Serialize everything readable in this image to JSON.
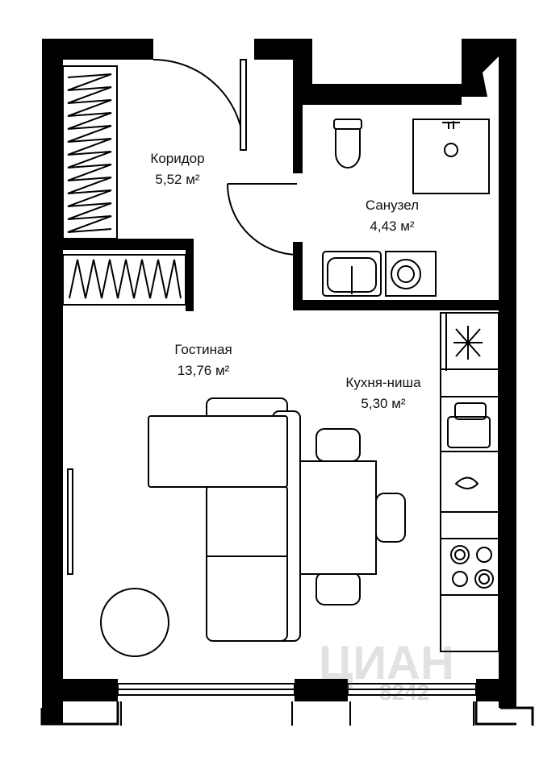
{
  "rooms": [
    {
      "name": "Коридор",
      "area": "5,52 м²"
    },
    {
      "name": "Санузел",
      "area": "4,43 м²"
    },
    {
      "name": "Гостиная",
      "area": "13,76 м²"
    },
    {
      "name": "Кухня-ниша",
      "area": "5,30 м²"
    }
  ],
  "watermark": {
    "brand": "ЦИАН",
    "phone": "8242"
  },
  "colors": {
    "wall": "#000000",
    "background": "#ffffff"
  }
}
